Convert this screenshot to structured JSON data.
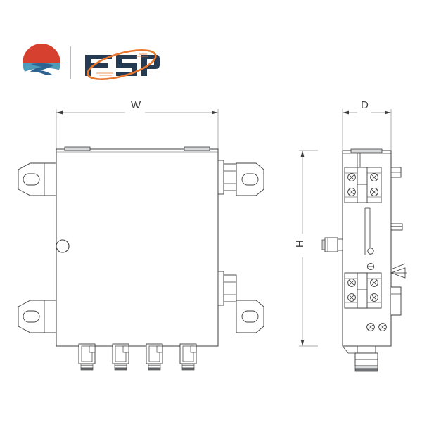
{
  "document": {
    "type": "technical-drawing",
    "title": "Enclosure dimensional drawing",
    "background_color": "#ffffff",
    "line_color": "#3c3c3c",
    "thin_line_color": "#8a8d90",
    "fill_color": "#ffffff",
    "shade_color": "#d8d9da"
  },
  "logos": {
    "primary": {
      "name": "circular-emblem",
      "alt": "Circular emblem logo",
      "colors": {
        "top_arc": "#d6402f",
        "mid_band": "#4e9cba",
        "bottom_swoosh": "#2e6492",
        "accent": "#3b7ea8"
      }
    },
    "divider": {
      "name": "logo-divider",
      "color": "#b9bcc0"
    },
    "secondary": {
      "name": "fsp-wordmark",
      "text": "FSP",
      "colors": {
        "letters": "#243b53",
        "swoosh": "#e8762c"
      }
    }
  },
  "views": {
    "front": {
      "name": "front-view",
      "dimension_label": "W",
      "features": [
        "mounting-bracket-top-left",
        "mounting-bracket-bottom-left",
        "mounting-bracket-top-right",
        "mounting-bracket-bottom-right",
        "breather-vent-circle",
        "lid-tab-left",
        "lid-tab-right",
        "cable-gland-right-upper",
        "cable-gland-right-lower",
        "cable-gland-bottom-1",
        "cable-gland-bottom-2",
        "cable-gland-bottom-3",
        "cable-gland-bottom-4"
      ]
    },
    "side": {
      "name": "side-view",
      "dimension_labels": {
        "depth": "D",
        "height": "H"
      },
      "features": [
        "hinge-upper",
        "hinge-lower",
        "screw-pair-lower",
        "latch-upper",
        "latch-lower",
        "cable-gland-side",
        "cable-gland-bottom",
        "vent-circle",
        "slot-detail"
      ]
    }
  },
  "dimensions": {
    "width_label": "W",
    "depth_label": "D",
    "height_label": "H"
  }
}
